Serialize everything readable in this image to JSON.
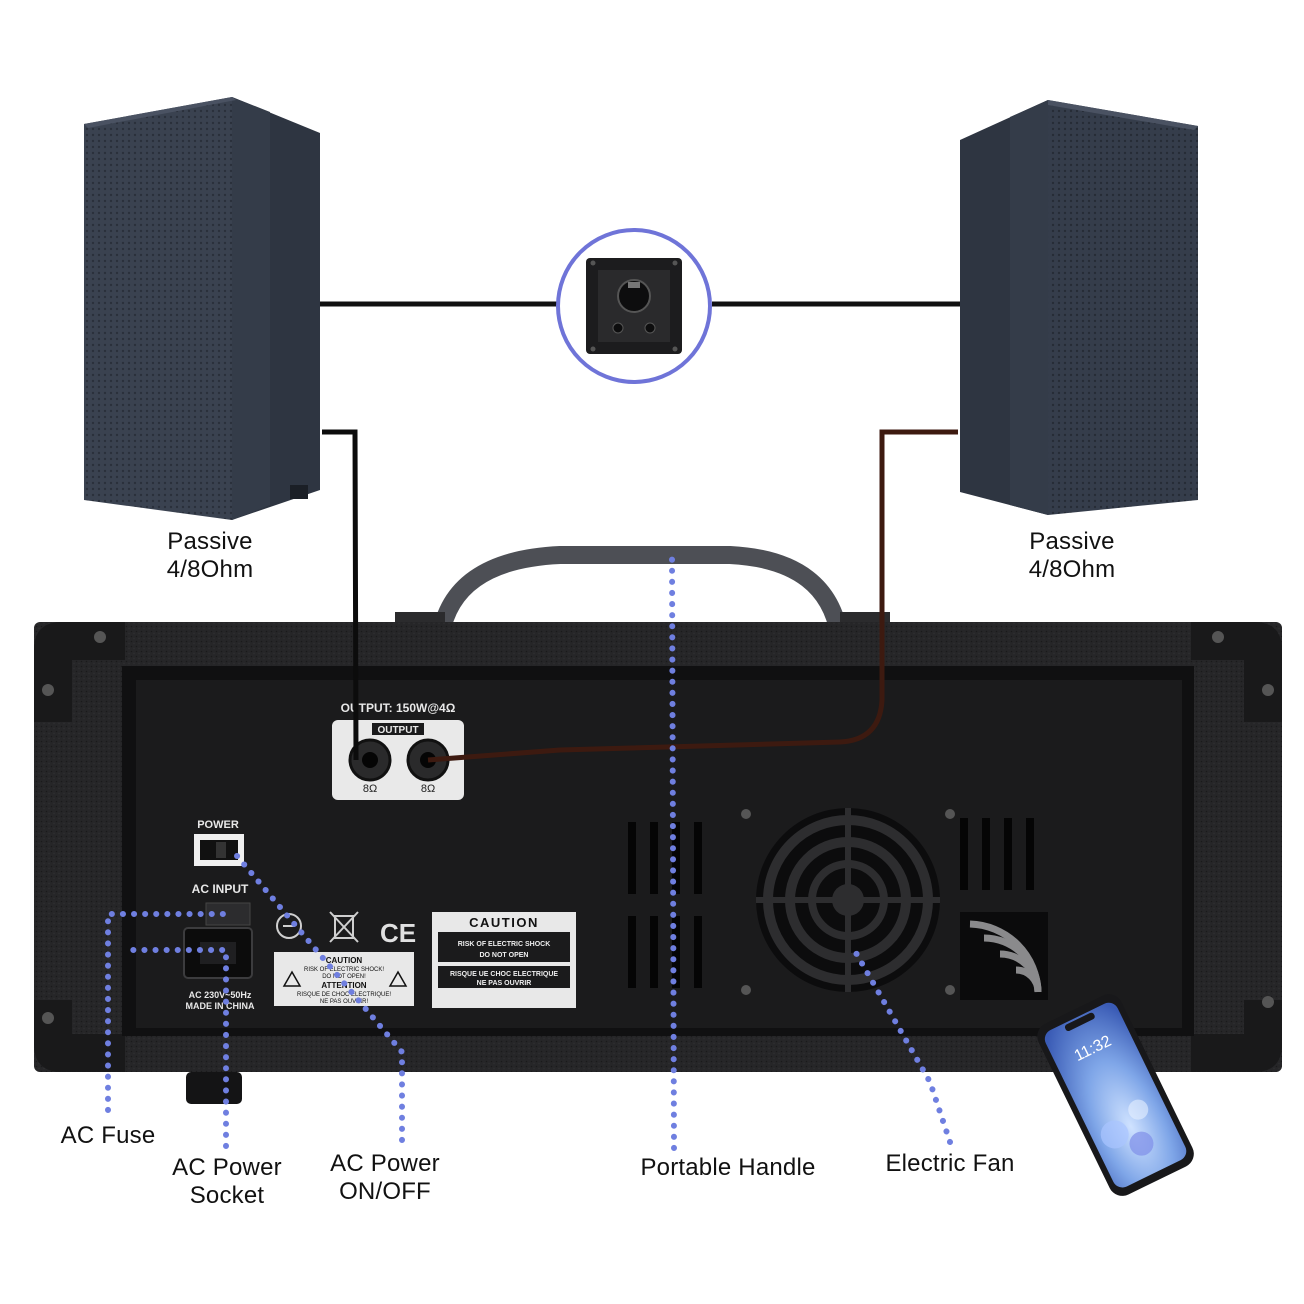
{
  "speakers": {
    "left": {
      "label_line1": "Passive",
      "label_line2": "4/8Ohm"
    },
    "right": {
      "label_line1": "Passive",
      "label_line2": "4/8Ohm"
    }
  },
  "amp_panel": {
    "output_header": "OUTPUT: 150W@4Ω",
    "output_box_label": "OUTPUT",
    "jack_left_label": "8Ω",
    "jack_right_label": "8Ω",
    "power_label": "POWER",
    "ac_input_label": "AC INPUT",
    "ac_rating": "AC 230V~50Hz",
    "made_in": "MADE IN CHINA",
    "ce_mark": "CE",
    "caution_small": {
      "line1": "CAUTION",
      "line2": "RISK OF ELECTRIC SHOCK!",
      "line3": "DO NOT OPEN!",
      "line4": "ATTENTION",
      "line5": "RISQUE DE CHOC ELECTRIQUE!",
      "line6": "NE PAS OUVRIR!"
    },
    "caution_large": {
      "title": "CAUTION",
      "line1": "RISK OF ELECTRIC SHOCK",
      "line2": "DO NOT OPEN",
      "line3": "RISQUE UE CHOC ELECTRIQUE",
      "line4": "NE PAS OUVRIR"
    }
  },
  "phone": {
    "time": "11:32"
  },
  "callouts": {
    "ac_fuse": "AC Fuse",
    "ac_power_socket_line1": "AC Power",
    "ac_power_socket_line2": "Socket",
    "ac_power_switch_line1": "AC Power",
    "ac_power_switch_line2": "ON/OFF",
    "portable_handle": "Portable Handle",
    "electric_fan": "Electric Fan"
  },
  "colors": {
    "callout_dots": "#6f7fe0",
    "inset_ring": "#6f74d8",
    "speaker_body": "#39414f",
    "amp_body": "#1f1f21",
    "cable_left": "#0c0c0c",
    "cable_right": "#3d1a10"
  }
}
